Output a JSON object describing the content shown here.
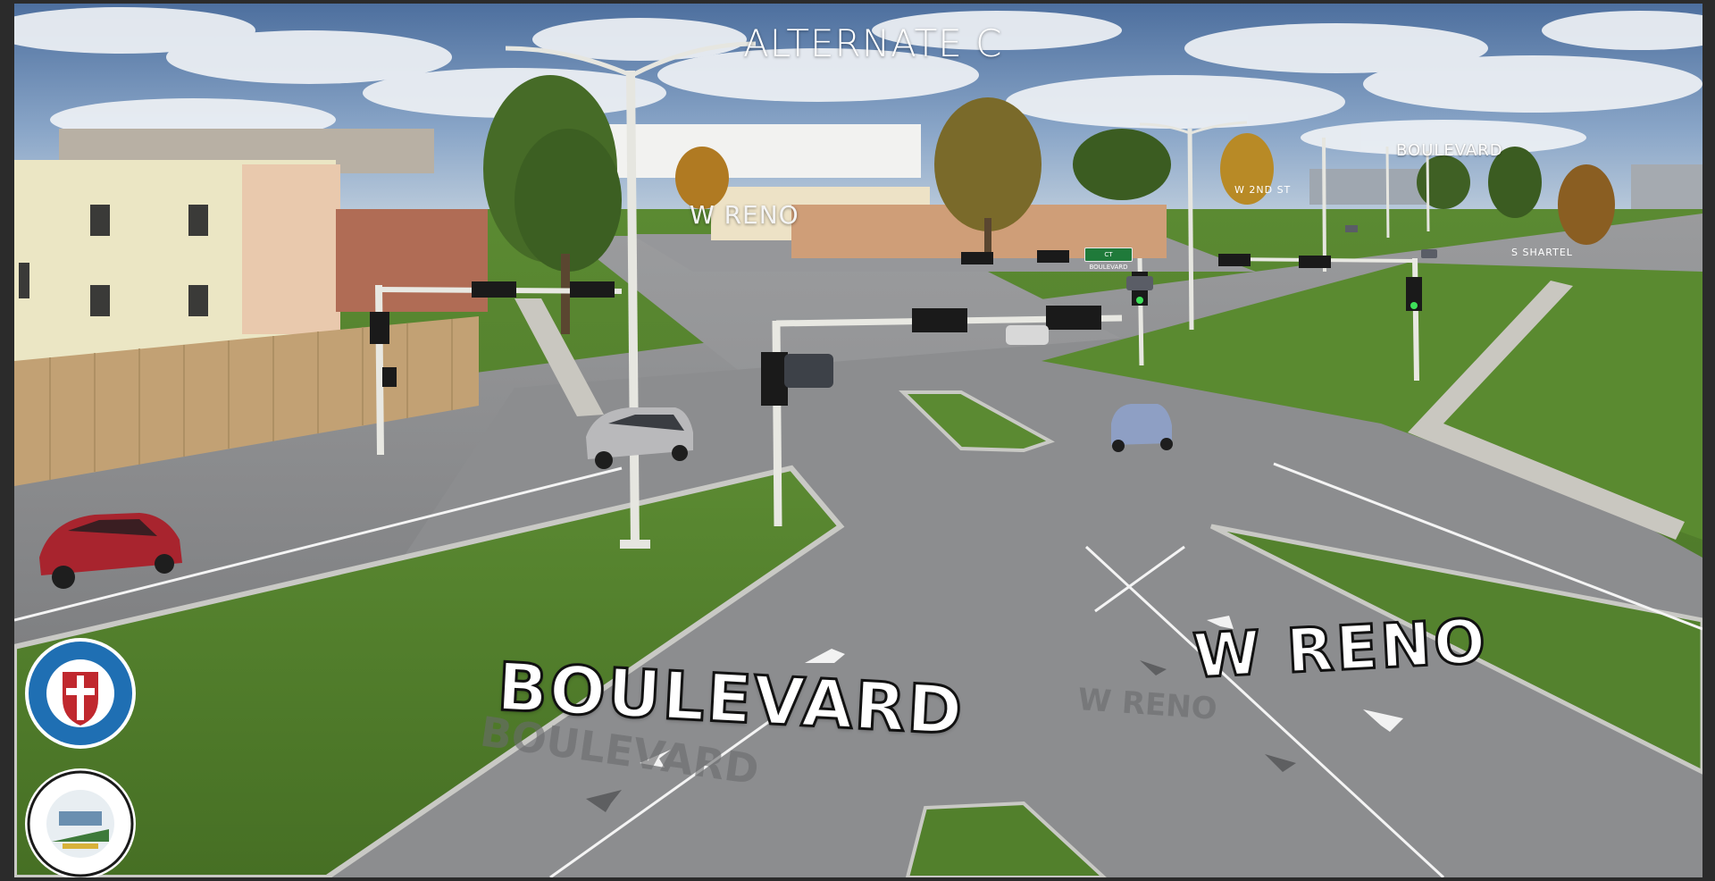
{
  "scene": {
    "title": "ALTERNATE C",
    "labels": {
      "boulevard_distant": "BOULEVARD",
      "w_reno_distant": "W RENO",
      "w_2nd_st": "W 2ND ST",
      "s_shartel": "S SHARTEL",
      "boulevard_foreground": "BOULEVARD",
      "w_reno_foreground": "W RENO"
    },
    "signal_sign": "CT BOULEVARD",
    "pavement_text": {
      "boulevard": "BOULEVARD",
      "w_reno": "W RENO"
    }
  },
  "logos": {
    "city_seal": "SEAL OF THE CITY OF OKLAHOMA CITY",
    "odot_seal": "OKLAHOMA DEPARTMENT OF TRANSPORTATION"
  },
  "colors": {
    "grass": "#4f7a2c",
    "road": "#8d8e90",
    "sky": "#7d9ac0",
    "car_red": "#a8242e",
    "seal_blue": "#1f6fb3"
  }
}
